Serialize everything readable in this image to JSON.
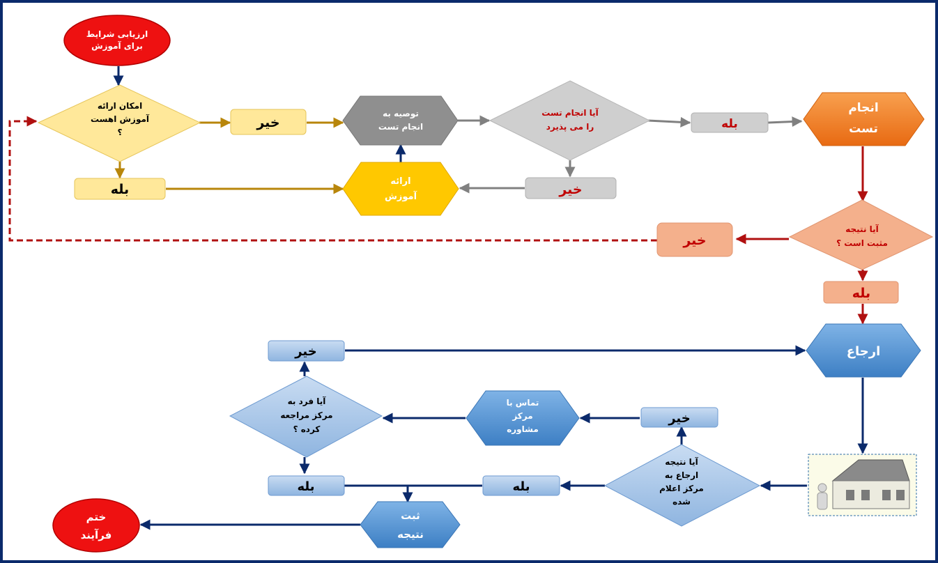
{
  "colors": {
    "border": "#0b2a6b",
    "flow_gold": "#b8860b",
    "flow_gray": "#808080",
    "flow_red": "#b01010",
    "flow_navy": "#0b2a6b",
    "loop_red_dashed": "#b01010",
    "red_terminal": "#ee1111",
    "yellow_light": "#ffe89a",
    "yellow_bright": "#ffc800",
    "gray_dark": "#8f8f8f",
    "gray_light": "#cfcfcf",
    "orange": "#f07d2a",
    "salmon": "#f4b08c",
    "blue": "#5b9ad6",
    "blue_light": "#a9c8ea",
    "text_red": "#c00000",
    "text_white": "#ffffff",
    "text_black": "#000000"
  },
  "nodes": {
    "start": [
      "ارزیابی شرایط",
      "برای آموزش"
    ],
    "training_possible": [
      "امکان ارائه",
      "آموزش اهست",
      "؟"
    ],
    "no_training": "خیر",
    "yes_training": "بله",
    "recommend_test": [
      "توصیه به",
      "انجام تست"
    ],
    "provide_training": [
      "ارائه",
      "آموزش"
    ],
    "accepts_test": [
      "آیا انجام تست",
      "را  می پذیرد"
    ],
    "no_accept": "خیر",
    "yes_accept": "بله",
    "do_test": [
      "انجام",
      "تست"
    ],
    "result_positive": [
      "آیا نتیجه",
      "مثبت است ؟"
    ],
    "no_positive": "خیر",
    "yes_positive": "بله",
    "referral": "ارجاع",
    "referral_notified": [
      "آیا نتیجه",
      "ارجاع به",
      "مرکز اعلام",
      "شده"
    ],
    "no_notified": "خیر",
    "yes_notified": "بله",
    "contact_center": [
      "تماس با",
      "مرکز",
      "مشاوره"
    ],
    "person_visited": [
      "آیا فرد به",
      "مرکز مراجعه",
      "کرده ؟"
    ],
    "no_visited": "خیر",
    "yes_visited": "بله",
    "record_result": [
      "ثبت",
      "نتیجه"
    ],
    "end": [
      "ختم",
      "فرآیند"
    ]
  },
  "icons": {
    "center_picture": "house-icon"
  }
}
